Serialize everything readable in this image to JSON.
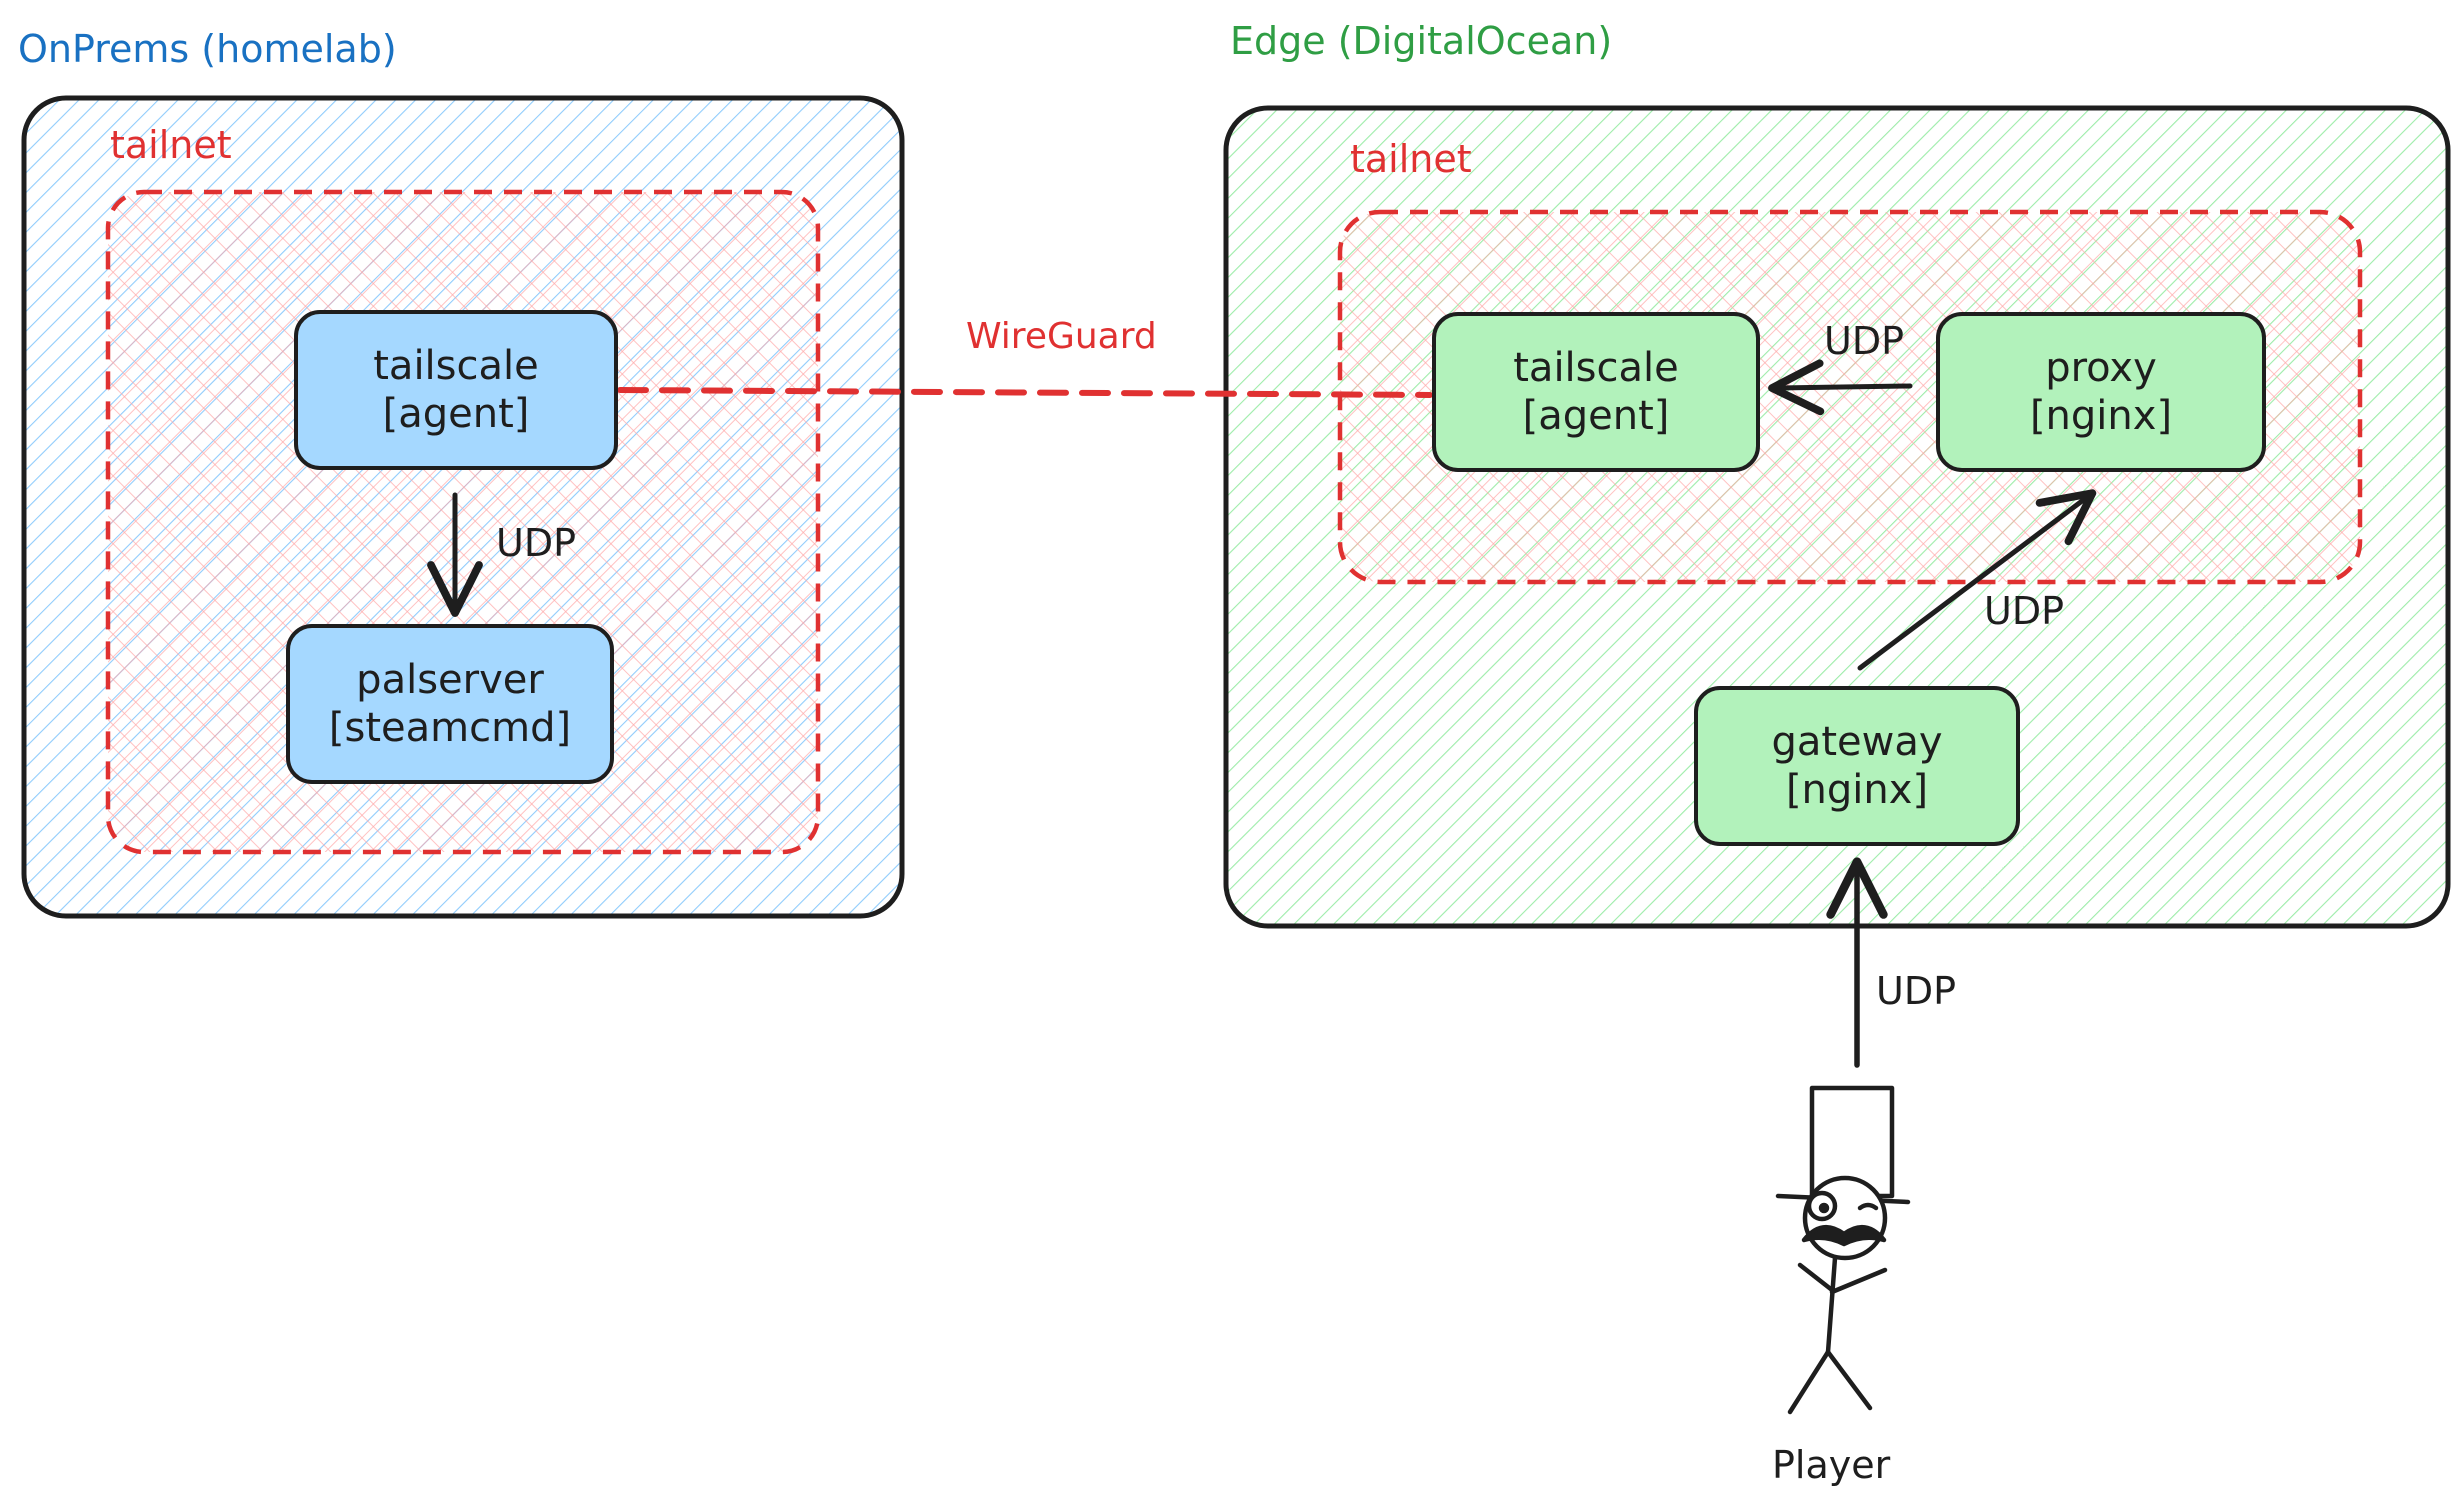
{
  "colors": {
    "onprem_accent": "#1971c2",
    "edge_accent": "#2f9e44",
    "tailnet_accent": "#e03131",
    "node_blue": "#a5d8ff",
    "node_green": "#b2f2bb",
    "stroke": "#1e1e1e"
  },
  "onprem": {
    "title": "OnPrems (homelab)",
    "tailnet_label": "tailnet",
    "nodes": {
      "tailscale": {
        "name": "tailscale",
        "tag": "[agent]"
      },
      "palserver": {
        "name": "palserver",
        "tag": "[steamcmd]"
      }
    },
    "edge_udp": "UDP"
  },
  "edge_zone": {
    "title": "Edge (DigitalOcean)",
    "tailnet_label": "tailnet",
    "nodes": {
      "tailscale": {
        "name": "tailscale",
        "tag": "[agent]"
      },
      "proxy": {
        "name": "proxy",
        "tag": "[nginx]"
      },
      "gateway": {
        "name": "gateway",
        "tag": "[nginx]"
      }
    },
    "edge_proxy_to_agent": "UDP",
    "edge_gateway_to_proxy": "UDP"
  },
  "link": {
    "label": "WireGuard"
  },
  "player": {
    "label": "Player",
    "icon": "stick-figure-top-hat-icon",
    "edge_udp": "UDP"
  }
}
